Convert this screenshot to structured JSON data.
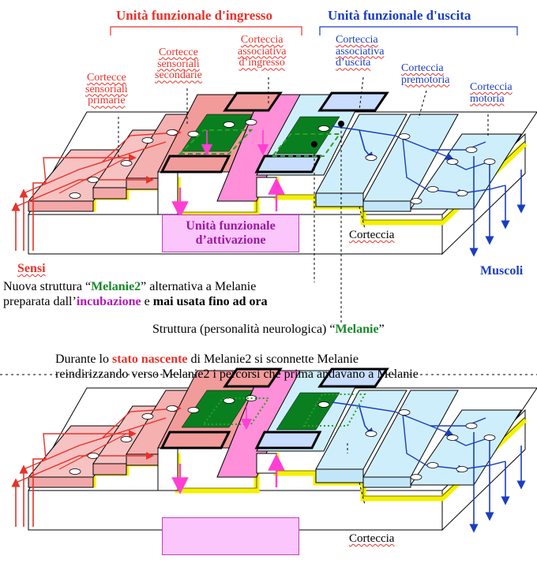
{
  "headers": {
    "input_unit": "Unità funzionale d'ingresso",
    "output_unit": "Unità funzionale d'uscita"
  },
  "top_labels": {
    "primary": [
      "Cortecce",
      "sensoriali",
      "primarie"
    ],
    "secondary": [
      "Cortecce",
      "sensoriali",
      "secondarie"
    ],
    "assoc_in": [
      "Corteccia",
      "associativa",
      "d’ingresso"
    ],
    "assoc_out": [
      "Corteccia",
      "associativa",
      "d’uscita"
    ],
    "premotor": [
      "Corteccia",
      "premotoria"
    ],
    "motor": [
      "Corteccia",
      "motoria"
    ]
  },
  "activation_unit": [
    "Unità funzionale",
    "d’attivazione"
  ],
  "corteccia_label": "Corteccia",
  "sensi_label": "Sensi",
  "muscoli_label": "Muscoli",
  "text_melanie2": {
    "p1": "Nuova struttura “",
    "name": "Melanie2",
    "p2": "” alternativa a Melanie",
    "p3": "preparata dall’",
    "incub": "incubazione",
    "p4": " e ",
    "never": "mai usata fino ad ora"
  },
  "text_melanie": {
    "p1": "Struttura (personalità neurologica) “",
    "name": "Melanie",
    "p2": "”"
  },
  "text_nascent": {
    "p1": "Durante lo ",
    "stato": "stato nascente",
    "p2": " di Melanie2 si sconnette Melanie",
    "line2": "reindirizzando verso Melanie2 i percorsi che prima andavano a Melanie"
  },
  "colors": {
    "red": "#e8322a",
    "blue": "#1a3ec0",
    "pink_light": "#f7c2c2",
    "pink": "#f29b9b",
    "blue_light": "#cfeefc",
    "yellow": "#f4f000",
    "green": "#0a7f1f",
    "magenta": "#ff3fd4"
  }
}
